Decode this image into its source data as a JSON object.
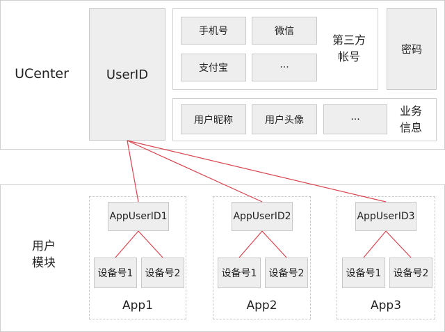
{
  "ucenter": {
    "label": "UCenter",
    "userid_label": "UserID",
    "third_party": {
      "label_line1": "第三方",
      "label_line2": "帐号",
      "items": [
        "手机号",
        "微信",
        "支付宝",
        "···"
      ]
    },
    "password_label": "密码",
    "business": {
      "label_line1": "业务",
      "label_line2": "信息",
      "items": [
        "用户昵称",
        "用户头像",
        "···"
      ]
    }
  },
  "user_module": {
    "label_line1": "用户",
    "label_line2": "模块",
    "apps": [
      {
        "name": "App1",
        "app_user_id": "AppUserID1",
        "devices": [
          "设备号1",
          "设备号2"
        ]
      },
      {
        "name": "App2",
        "app_user_id": "AppUserID2",
        "devices": [
          "设备号1",
          "设备号2"
        ]
      },
      {
        "name": "App3",
        "app_user_id": "AppUserID3",
        "devices": [
          "设备号1",
          "设备号2"
        ]
      }
    ]
  },
  "colors": {
    "connector": "#d9434e",
    "box_fill": "#eeeeee",
    "box_border": "#c8c8c8",
    "panel_border": "#cfcfcf"
  }
}
